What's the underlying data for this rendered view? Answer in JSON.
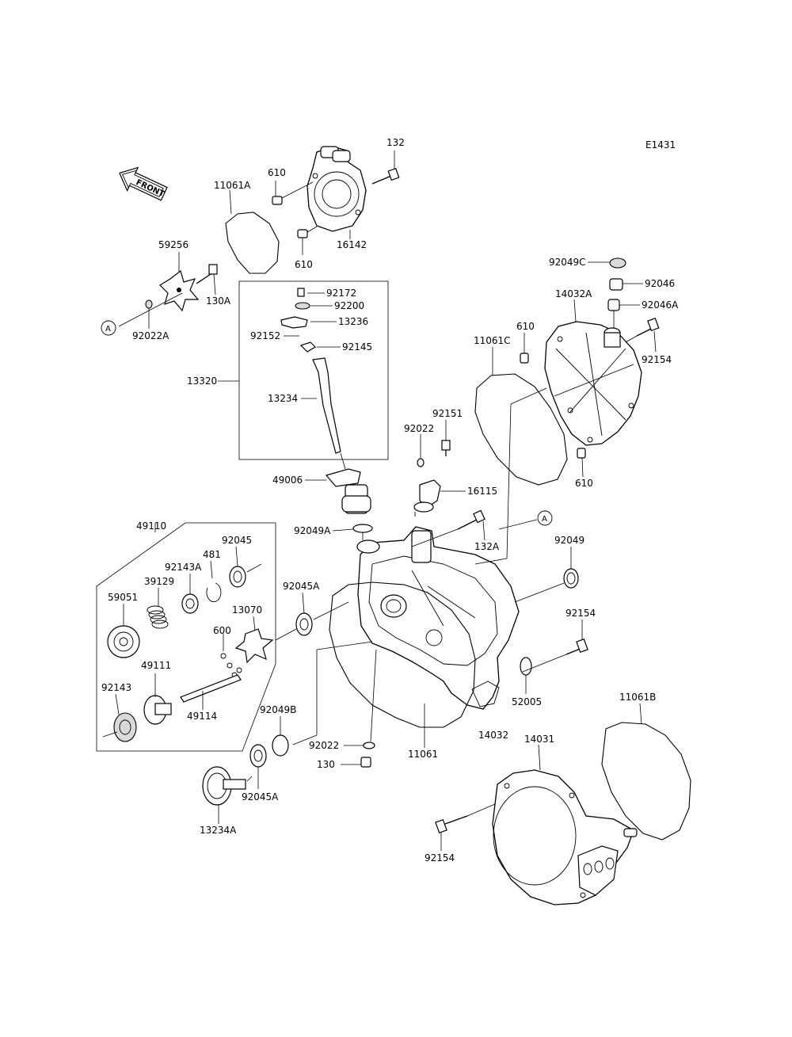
{
  "diagram_code": "E1431",
  "front_arrow_text": "FRONT",
  "ref_marker": "A",
  "labels": [
    {
      "id": "l132",
      "text": "132"
    },
    {
      "id": "l610a",
      "text": "610"
    },
    {
      "id": "l11061A",
      "text": "11061A"
    },
    {
      "id": "l610b",
      "text": "610"
    },
    {
      "id": "l16142",
      "text": "16142"
    },
    {
      "id": "l59256",
      "text": "59256"
    },
    {
      "id": "l130A",
      "text": "130A"
    },
    {
      "id": "l92022A",
      "text": "92022A"
    },
    {
      "id": "l92172",
      "text": "92172"
    },
    {
      "id": "l92200",
      "text": "92200"
    },
    {
      "id": "l13236",
      "text": "13236"
    },
    {
      "id": "l92152",
      "text": "92152"
    },
    {
      "id": "l92145",
      "text": "92145"
    },
    {
      "id": "l13320",
      "text": "13320"
    },
    {
      "id": "l13234",
      "text": "13234"
    },
    {
      "id": "l49006",
      "text": "49006"
    },
    {
      "id": "l92049C",
      "text": "92049C"
    },
    {
      "id": "l92046",
      "text": "92046"
    },
    {
      "id": "l14032A",
      "text": "14032A"
    },
    {
      "id": "l92046A",
      "text": "92046A"
    },
    {
      "id": "l610c",
      "text": "610"
    },
    {
      "id": "l11061C",
      "text": "11061C"
    },
    {
      "id": "l92154a",
      "text": "92154"
    },
    {
      "id": "l92151",
      "text": "92151"
    },
    {
      "id": "l92022a",
      "text": "92022"
    },
    {
      "id": "l610d",
      "text": "610"
    },
    {
      "id": "l16115",
      "text": "16115"
    },
    {
      "id": "l92049A",
      "text": "92049A"
    },
    {
      "id": "l132A",
      "text": "132A"
    },
    {
      "id": "l49110",
      "text": "49110"
    },
    {
      "id": "l92045",
      "text": "92045"
    },
    {
      "id": "l481",
      "text": "481"
    },
    {
      "id": "l92143A",
      "text": "92143A"
    },
    {
      "id": "l39129",
      "text": "39129"
    },
    {
      "id": "l59051",
      "text": "59051"
    },
    {
      "id": "l92045Aa",
      "text": "92045A"
    },
    {
      "id": "l13070",
      "text": "13070"
    },
    {
      "id": "l600",
      "text": "600"
    },
    {
      "id": "l49111",
      "text": "49111"
    },
    {
      "id": "l92143",
      "text": "92143"
    },
    {
      "id": "l49114",
      "text": "49114"
    },
    {
      "id": "l92049",
      "text": "92049"
    },
    {
      "id": "l92154b",
      "text": "92154"
    },
    {
      "id": "l52005",
      "text": "52005"
    },
    {
      "id": "l14032",
      "text": "14032"
    },
    {
      "id": "l92049B",
      "text": "92049B"
    },
    {
      "id": "l92022b",
      "text": "92022"
    },
    {
      "id": "l11061",
      "text": "11061"
    },
    {
      "id": "l130",
      "text": "130"
    },
    {
      "id": "l92045Ab",
      "text": "92045A"
    },
    {
      "id": "l13234A",
      "text": "13234A"
    },
    {
      "id": "l14031",
      "text": "14031"
    },
    {
      "id": "l11061B",
      "text": "11061B"
    },
    {
      "id": "l92154c",
      "text": "92154"
    }
  ]
}
